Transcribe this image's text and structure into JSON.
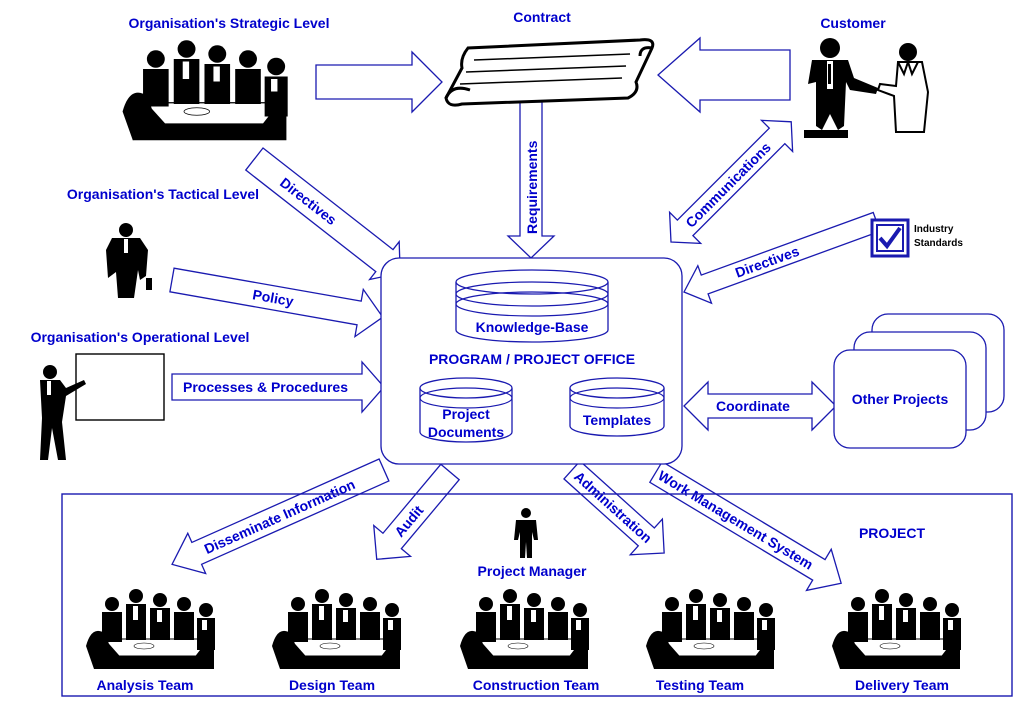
{
  "labels": {
    "strategic": "Organisation's Strategic Level",
    "tactical": "Organisation's Tactical Level",
    "operational": "Organisation's Operational Level",
    "contract": "Contract",
    "customer": "Customer",
    "industry_line1": "Industry",
    "industry_line2": "Standards",
    "office_title": "PROGRAM / PROJECT OFFICE",
    "knowledge_base": "Knowledge-Base",
    "project_docs_line1": "Project",
    "project_docs_line2": "Documents",
    "templates": "Templates",
    "other_projects": "Other Projects",
    "project": "PROJECT",
    "project_manager": "Project Manager"
  },
  "arrows": {
    "directives_left": "Directives",
    "requirements": "Requirements",
    "communications": "Communications",
    "directives_right": "Directives",
    "policy": "Policy",
    "processes": "Processes & Procedures",
    "coordinate": "Coordinate",
    "disseminate": "Disseminate Information",
    "audit": "Audit",
    "administration": "Administration",
    "work_mgmt": "Work Management System"
  },
  "teams": [
    "Analysis Team",
    "Design Team",
    "Construction Team",
    "Testing Team",
    "Delivery Team"
  ]
}
